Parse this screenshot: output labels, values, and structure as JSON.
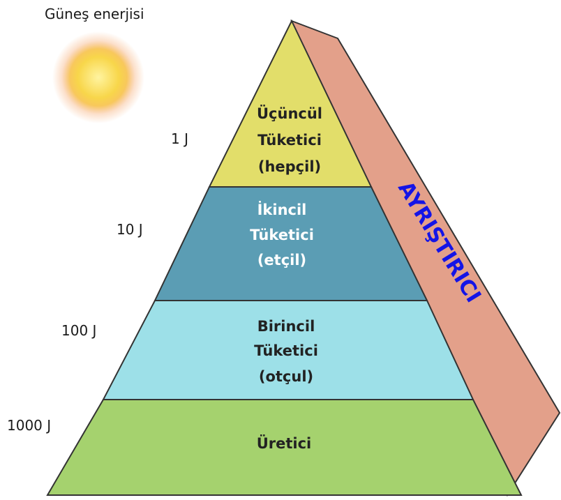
{
  "sun": {
    "label": "Güneş enerjisi",
    "icon": "sun-icon"
  },
  "decomposer": {
    "label": "AYRIŞTIRICI",
    "color": "#e3a08a"
  },
  "levels": [
    {
      "key": "tertiary",
      "lines": [
        "Üçüncül",
        "Tüketici",
        "(hepçil)"
      ],
      "energy": "1 J",
      "color": "#e2de6a"
    },
    {
      "key": "secondary",
      "lines": [
        "İkincil",
        "Tüketici",
        "(etçil)"
      ],
      "energy": "10 J",
      "color": "#5b9db4"
    },
    {
      "key": "primary",
      "lines": [
        "Birincil",
        "Tüketici",
        "(otçul)"
      ],
      "energy": "100 J",
      "color": "#9de0e8"
    },
    {
      "key": "producer",
      "lines": [
        "Üretici"
      ],
      "energy": "1000 J",
      "color": "#a5d26e"
    }
  ]
}
